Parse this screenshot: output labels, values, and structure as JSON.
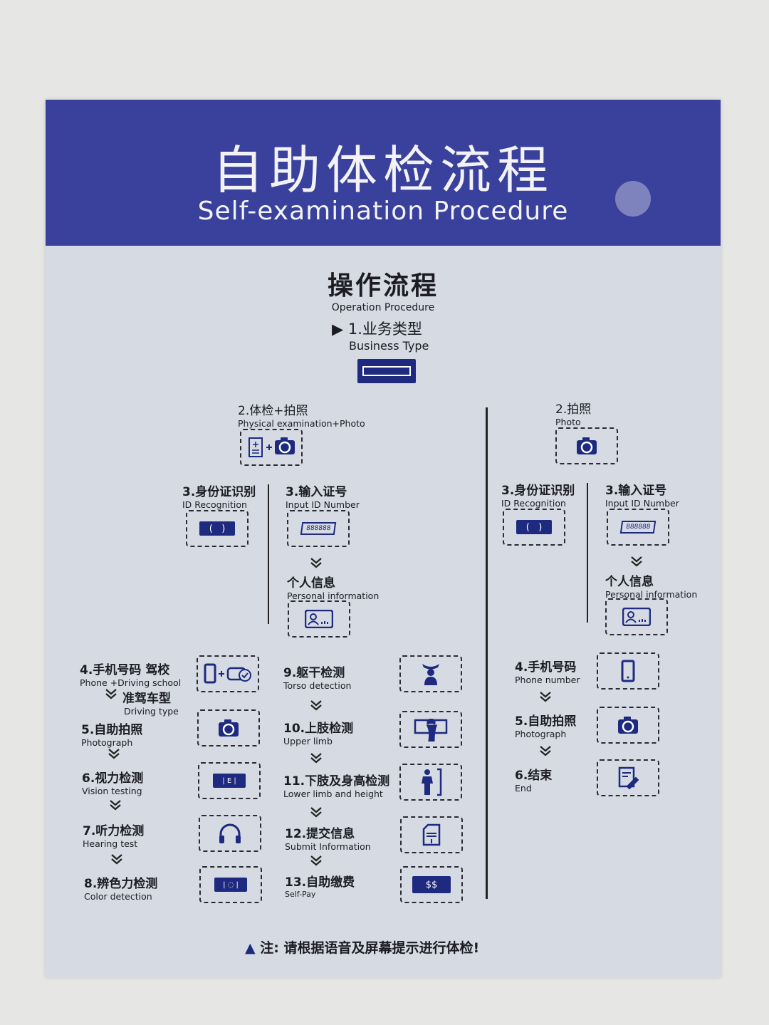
{
  "header": {
    "title_zh": "自助体检流程",
    "title_en": "Self-examination Procedure"
  },
  "section": {
    "title_zh": "操作流程",
    "title_en": "Operation Procedure"
  },
  "step1": {
    "zh": "1.业务类型",
    "en": "Business Type"
  },
  "left_branch": {
    "step2": {
      "zh": "2.体检+拍照",
      "en": "Physical examination+Photo"
    },
    "step3a": {
      "zh": "3.身份证识别",
      "en": "ID Recognition"
    },
    "step3b": {
      "zh": "3.输入证号",
      "en": "Input ID Number",
      "icon_text": "888888"
    },
    "personal": {
      "zh": "个人信息",
      "en": "Personal information"
    },
    "steps_a": [
      {
        "zh": "4.手机号码 驾校",
        "en": "Phone +Driving school",
        "zh2": "准驾车型",
        "en2": "Driving type"
      },
      {
        "zh": "5.自助拍照",
        "en": "Photograph"
      },
      {
        "zh": "6.视力检测",
        "en": "Vision testing"
      },
      {
        "zh": "7.听力检测",
        "en": "Hearing test"
      },
      {
        "zh": "8.辨色力检测",
        "en": "Color detection"
      }
    ],
    "steps_b": [
      {
        "zh": "9.躯干检测",
        "en": "Torso detection"
      },
      {
        "zh": "10.上肢检测",
        "en": "Upper limb"
      },
      {
        "zh": "11.下肢及身高检测",
        "en": "Lower limb and height"
      },
      {
        "zh": "12.提交信息",
        "en": "Submit Information"
      },
      {
        "zh": "13.自助缴费",
        "en": "Self-Pay",
        "icon_text": "$$"
      }
    ]
  },
  "right_branch": {
    "step2": {
      "zh": "2.拍照",
      "en": "Photo"
    },
    "step3a": {
      "zh": "3.身份证识别",
      "en": "ID Recognition"
    },
    "step3b": {
      "zh": "3.输入证号",
      "en": "Input ID Number",
      "icon_text": "888888"
    },
    "personal": {
      "zh": "个人信息",
      "en": "Personal information"
    },
    "steps": [
      {
        "zh": "4.手机号码",
        "en": "Phone number"
      },
      {
        "zh": "5.自助拍照",
        "en": "Photograph"
      },
      {
        "zh": "6.结束",
        "en": "End"
      }
    ]
  },
  "note": "注:  请根据语音及屏幕提示进行体检!",
  "colors": {
    "header": "#3a419c",
    "icon": "#1e2a80",
    "body": "#d5dae3"
  }
}
